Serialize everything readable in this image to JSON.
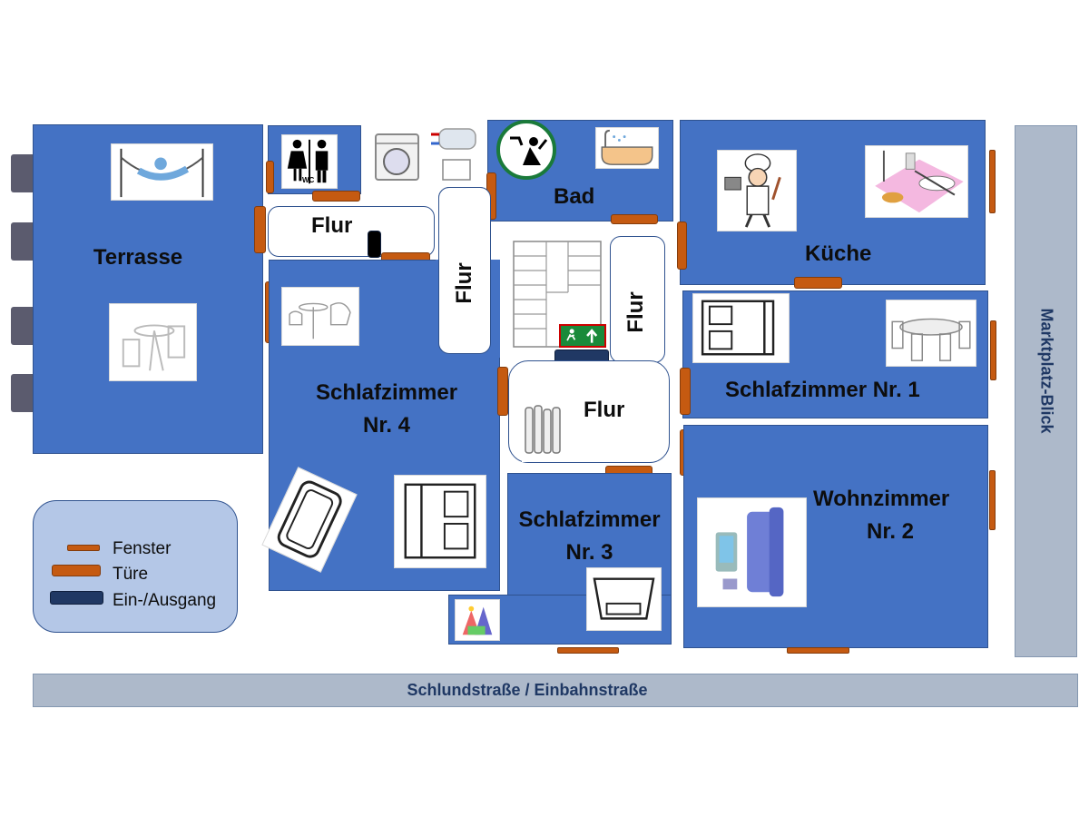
{
  "rooms": {
    "terrasse": "Terrasse",
    "bad": "Bad",
    "kueche": "Küche",
    "flur_top": "Flur",
    "flur_left": "Flur",
    "flur_right": "Flur",
    "flur_center": "Flur",
    "schlaf1": "Schlafzimmer Nr. 1",
    "schlaf4_line1": "Schlafzimmer",
    "schlaf4_line2": "Nr. 4",
    "schlaf3_line1": "Schlafzimmer",
    "schlaf3_line2": "Nr. 3",
    "wohn_line1": "Wohnzimmer",
    "wohn_line2": "Nr. 2"
  },
  "streets": {
    "bottom": "Schlundstraße / Einbahnstraße",
    "right": "Marktplatz-Blick"
  },
  "wc_sign": "WC",
  "legend": {
    "fenster": "Fenster",
    "tuere": "Türe",
    "ausgang": "Ein-/Ausgang"
  },
  "colors": {
    "room": "#4472c4",
    "door": "#c55a11",
    "exit": "#203864",
    "street": "#adb9ca",
    "legend_bg": "#b4c7e7"
  }
}
